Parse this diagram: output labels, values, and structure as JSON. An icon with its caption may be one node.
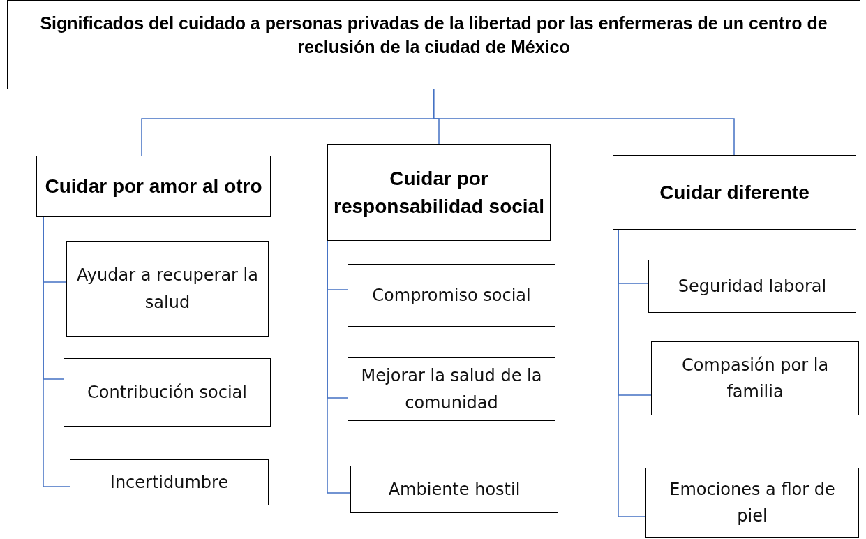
{
  "diagram": {
    "nodes": [
      {
        "text": [
          "Significados del cuidado a personas privadas de la libertad por las enfermeras de un centro de reclusión de la ciudad de México"
        ]
      },
      {
        "text": [
          "Cuidar por amor al otro"
        ]
      },
      {
        "text": [
          "Cuidar por responsabilidad social"
        ]
      },
      {
        "text": [
          "Cuidar diferente"
        ]
      },
      {
        "text": [
          "Ayudar a recuperar la salud"
        ]
      },
      {
        "text": [
          "Contribución social"
        ]
      },
      {
        "text": [
          "Incertidumbre"
        ]
      },
      {
        "text": [
          "Compromiso social"
        ]
      },
      {
        "text": [
          "Mejorar la salud de la comunidad"
        ]
      },
      {
        "text": [
          "Ambiente hostil"
        ]
      },
      {
        "text": [
          "Seguridad laboral"
        ]
      },
      {
        "text": [
          "Compasión por la familia"
        ]
      },
      {
        "text": [
          "Emociones a flor de piel"
        ]
      }
    ],
    "edges": [
      {
        "from": 0,
        "to": 1,
        "arrow": "none"
      },
      {
        "from": 0,
        "to": 2,
        "arrow": "none"
      },
      {
        "from": 0,
        "to": 3,
        "arrow": "none"
      },
      {
        "from": 1,
        "to": 4,
        "arrow": "none"
      },
      {
        "from": 1,
        "to": 5,
        "arrow": "none"
      },
      {
        "from": 1,
        "to": 6,
        "arrow": "none"
      },
      {
        "from": 2,
        "to": 7,
        "arrow": "none"
      },
      {
        "from": 2,
        "to": 8,
        "arrow": "none"
      },
      {
        "from": 2,
        "to": 9,
        "arrow": "none"
      },
      {
        "from": 3,
        "to": 10,
        "arrow": "none"
      },
      {
        "from": 3,
        "to": 11,
        "arrow": "none"
      },
      {
        "from": 3,
        "to": 12,
        "arrow": "none"
      }
    ]
  }
}
